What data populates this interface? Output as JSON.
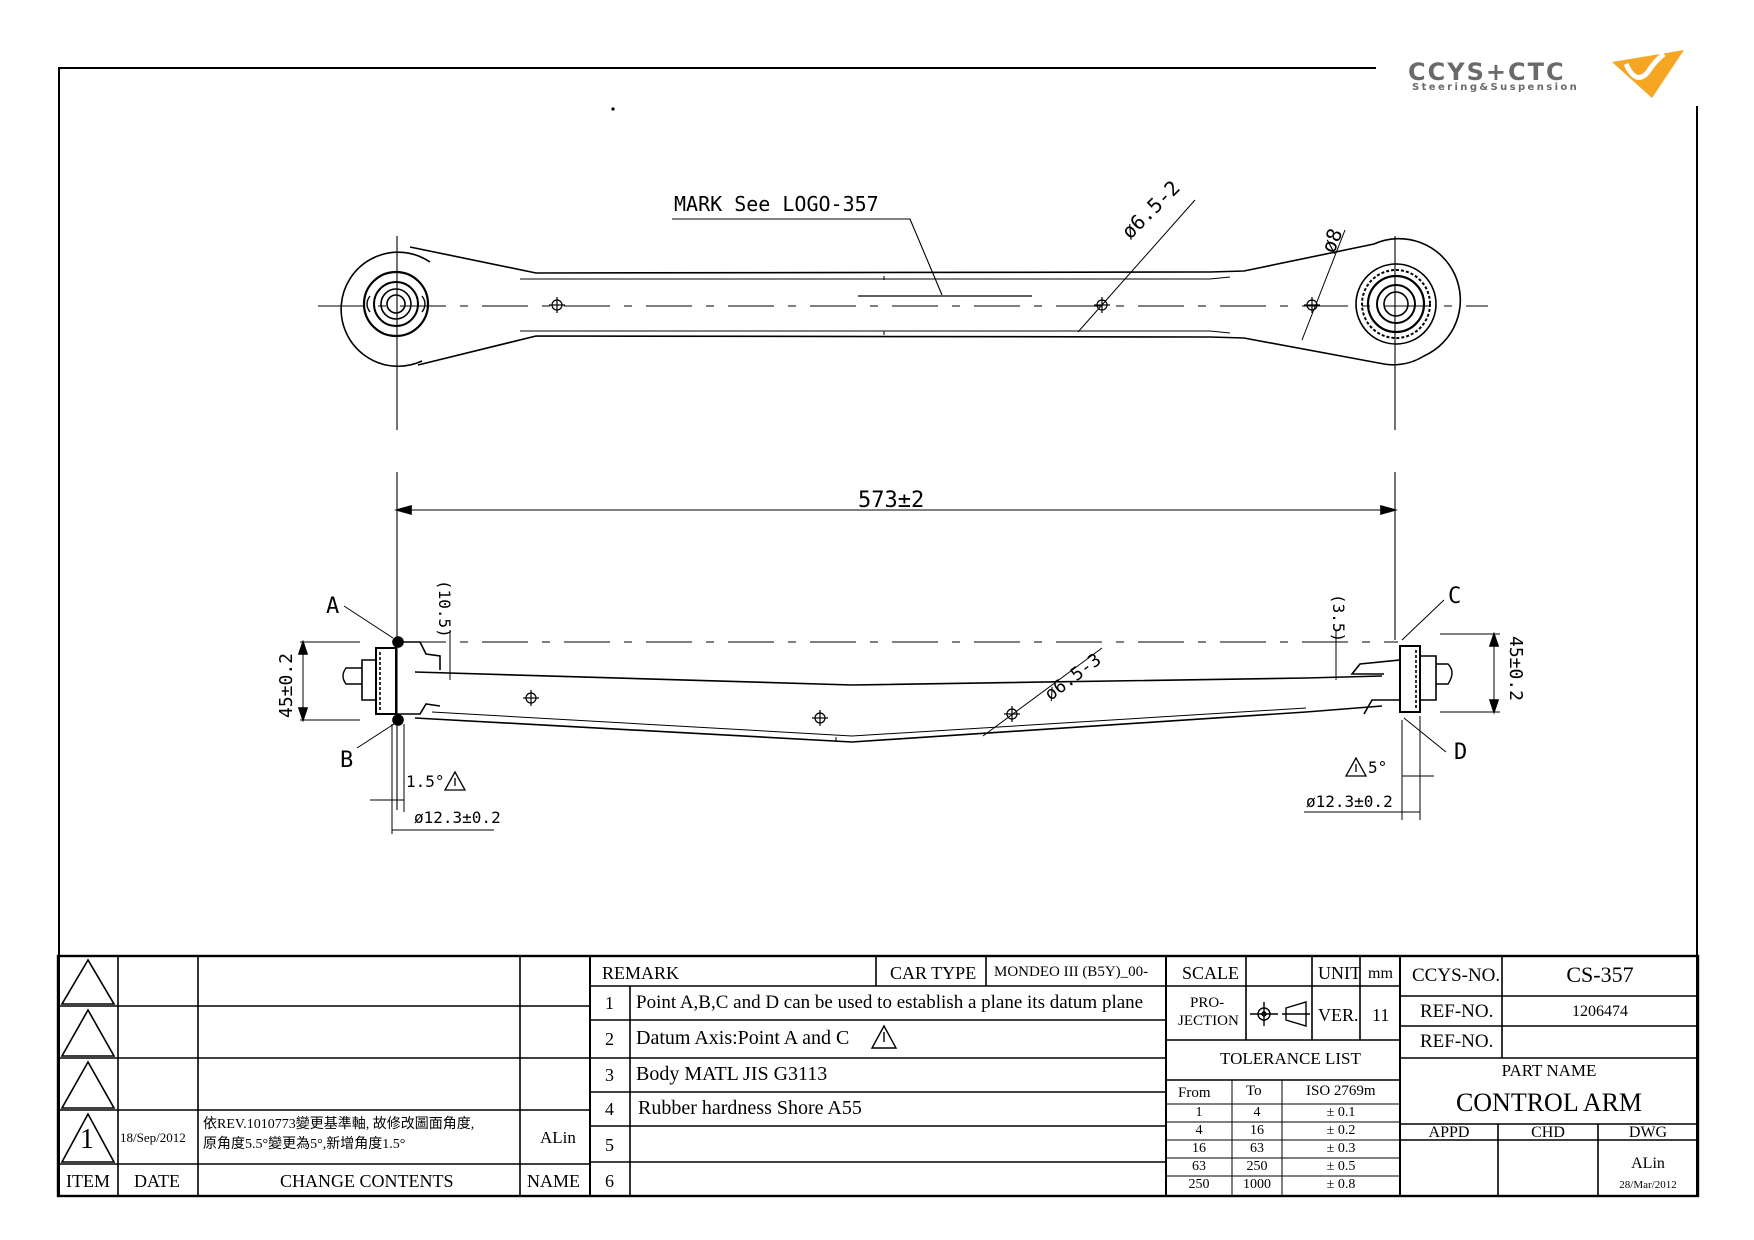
{
  "logo": {
    "brand": "CCYS+CTC",
    "tagline": "Steering&Suspension"
  },
  "drawing": {
    "mark_note": "MARK See LOGO-357",
    "top_dims": {
      "hole_a": "ø6.5-2",
      "hole_b": "ø8"
    },
    "length": "573±2",
    "side_dims": {
      "left_offset": "(10.5)",
      "right_offset": "(3.5)",
      "left_height": "45±0.2",
      "right_height": "45±0.2",
      "hole_mid": "ø6.5-3",
      "left_angle": "1.5°",
      "right_angle": "5°",
      "left_bore": "ø12.3±0.2",
      "right_bore": "ø12.3±0.2"
    },
    "points": {
      "a": "A",
      "b": "B",
      "c": "C",
      "d": "D"
    }
  },
  "revisions": {
    "headers": {
      "item": "ITEM",
      "date": "DATE",
      "contents": "CHANGE CONTENTS",
      "name": "NAME"
    },
    "rows": [
      {
        "item": "",
        "date": "",
        "contents": "",
        "name": ""
      },
      {
        "item": "",
        "date": "",
        "contents": "",
        "name": ""
      },
      {
        "item": "",
        "date": "",
        "contents": "",
        "name": ""
      },
      {
        "item": "1",
        "date": "18/Sep/2012",
        "contents_1": "依REV.1010773變更基準軸, 故修改圖面角度,",
        "contents_2": "原角度5.5°變更為5°,新增角度1.5°",
        "name": "ALin"
      }
    ]
  },
  "remarks": {
    "title": "REMARK",
    "car_type_label": "CAR TYPE",
    "car_type": "MONDEO III (B5Y)_00-",
    "items": [
      {
        "n": "1",
        "text": "Point A,B,C and D can be used to establish a plane its datum plane"
      },
      {
        "n": "2",
        "text": "Datum Axis:Point A and C"
      },
      {
        "n": "3",
        "text": "Body MATL JIS G3113"
      },
      {
        "n": "4",
        "text": "Rubber hardness Shore A55"
      },
      {
        "n": "5",
        "text": ""
      },
      {
        "n": "6",
        "text": ""
      }
    ]
  },
  "specs": {
    "scale_label": "SCALE",
    "scale_value": "",
    "unit_label": "UNIT",
    "unit_value": "mm",
    "projection_label_1": "PRO-",
    "projection_label_2": "JECTION",
    "ver_label": "VER.",
    "ver_value": "11",
    "tolerance_title": "TOLERANCE LIST",
    "tolerance_headers": {
      "from": "From",
      "to": "To",
      "iso": "ISO 2769m"
    },
    "tolerance_rows": [
      {
        "from": "1",
        "to": "4",
        "tol": "± 0.1"
      },
      {
        "from": "4",
        "to": "16",
        "tol": "± 0.2"
      },
      {
        "from": "16",
        "to": "63",
        "tol": "± 0.3"
      },
      {
        "from": "63",
        "to": "250",
        "tol": "± 0.5"
      },
      {
        "from": "250",
        "to": "1000",
        "tol": "± 0.8"
      }
    ]
  },
  "title_block": {
    "ccys_no_label": "CCYS-NO.",
    "ccys_no": "CS-357",
    "ref_no_label": "REF-NO.",
    "ref_no": "1206474",
    "ref_no_label_2": "REF-NO.",
    "ref_no_2": "",
    "part_name_label": "PART NAME",
    "part_name": "CONTROL ARM",
    "appd_label": "APPD",
    "chd_label": "CHD",
    "dwg_label": "DWG",
    "dwg_name": "ALin",
    "dwg_date": "28/Mar/2012"
  },
  "colors": {
    "line": "#000000",
    "logo_gray": "#6a6a6a",
    "logo_orange": "#f5a623"
  },
  "icons": [
    "warning-triangle-icon",
    "projection-symbol-icon",
    "revision-triangle-icon"
  ]
}
